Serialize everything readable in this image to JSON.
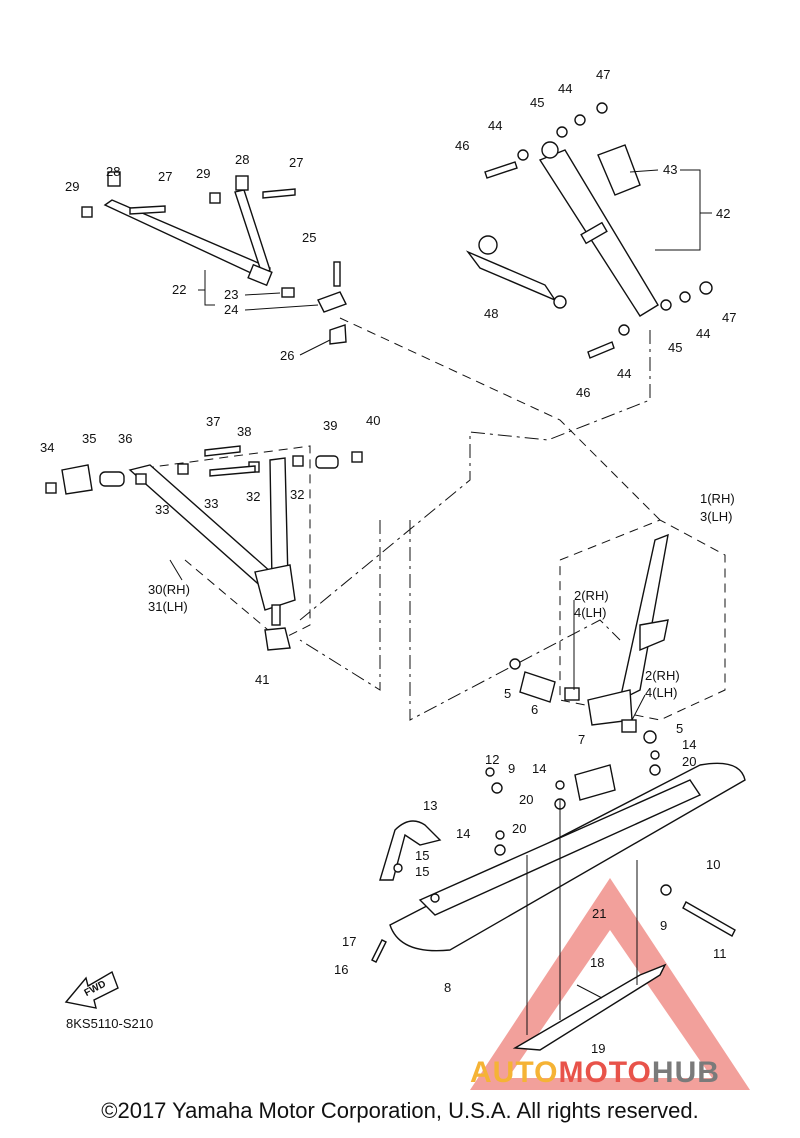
{
  "diagram_code": "8KS5110-S210",
  "copyright": "©2017 Yamaha Motor Corporation, U.S.A. All rights reserved.",
  "fwd_label": "FWD",
  "watermark": {
    "part1": "AUTO",
    "part2": "MOTO",
    "part3": "HUB",
    "color1": "#f5b335",
    "color2": "#e8534a",
    "color3": "#7a7a7a"
  },
  "callouts": [
    {
      "id": "c47a",
      "text": "47"
    },
    {
      "id": "c44a",
      "text": "44"
    },
    {
      "id": "c45a",
      "text": "45"
    },
    {
      "id": "c44b",
      "text": "44"
    },
    {
      "id": "c46a",
      "text": "46"
    },
    {
      "id": "c43",
      "text": "43"
    },
    {
      "id": "c42",
      "text": "42"
    },
    {
      "id": "c48",
      "text": "48"
    },
    {
      "id": "c47b",
      "text": "47"
    },
    {
      "id": "c44c",
      "text": "44"
    },
    {
      "id": "c45b",
      "text": "45"
    },
    {
      "id": "c44d",
      "text": "44"
    },
    {
      "id": "c46b",
      "text": "46"
    },
    {
      "id": "c28a",
      "text": "28"
    },
    {
      "id": "c27a",
      "text": "27"
    },
    {
      "id": "c29a",
      "text": "29"
    },
    {
      "id": "c29b",
      "text": "29"
    },
    {
      "id": "c28b",
      "text": "28"
    },
    {
      "id": "c27b",
      "text": "27"
    },
    {
      "id": "c25",
      "text": "25"
    },
    {
      "id": "c22",
      "text": "22"
    },
    {
      "id": "c23",
      "text": "23"
    },
    {
      "id": "c24",
      "text": "24"
    },
    {
      "id": "c26",
      "text": "26"
    },
    {
      "id": "c34",
      "text": "34"
    },
    {
      "id": "c35",
      "text": "35"
    },
    {
      "id": "c36",
      "text": "36"
    },
    {
      "id": "c37",
      "text": "37"
    },
    {
      "id": "c38",
      "text": "38"
    },
    {
      "id": "c39",
      "text": "39"
    },
    {
      "id": "c40",
      "text": "40"
    },
    {
      "id": "c33a",
      "text": "33"
    },
    {
      "id": "c33b",
      "text": "33"
    },
    {
      "id": "c32a",
      "text": "32"
    },
    {
      "id": "c32b",
      "text": "32"
    },
    {
      "id": "c30",
      "text": "30(RH)"
    },
    {
      "id": "c31",
      "text": "31(LH)"
    },
    {
      "id": "c41",
      "text": "41"
    },
    {
      "id": "c1",
      "text": "1(RH)"
    },
    {
      "id": "c3",
      "text": "3(LH)"
    },
    {
      "id": "c2a",
      "text": "2(RH)"
    },
    {
      "id": "c4a",
      "text": "4(LH)"
    },
    {
      "id": "c2b",
      "text": "2(RH)"
    },
    {
      "id": "c4b",
      "text": "4(LH)"
    },
    {
      "id": "c5a",
      "text": "5"
    },
    {
      "id": "c6",
      "text": "6"
    },
    {
      "id": "c5b",
      "text": "5"
    },
    {
      "id": "c7",
      "text": "7"
    },
    {
      "id": "c12",
      "text": "12"
    },
    {
      "id": "c9a",
      "text": "9"
    },
    {
      "id": "c14a",
      "text": "14"
    },
    {
      "id": "c20a",
      "text": "20"
    },
    {
      "id": "c14b",
      "text": "14"
    },
    {
      "id": "c20b",
      "text": "20"
    },
    {
      "id": "c13",
      "text": "13"
    },
    {
      "id": "c14c",
      "text": "14"
    },
    {
      "id": "c20c",
      "text": "20"
    },
    {
      "id": "c15a",
      "text": "15"
    },
    {
      "id": "c15b",
      "text": "15"
    },
    {
      "id": "c10",
      "text": "10"
    },
    {
      "id": "c21",
      "text": "21"
    },
    {
      "id": "c9b",
      "text": "9"
    },
    {
      "id": "c11",
      "text": "11"
    },
    {
      "id": "c17",
      "text": "17"
    },
    {
      "id": "c16",
      "text": "16"
    },
    {
      "id": "c18",
      "text": "18"
    },
    {
      "id": "c8",
      "text": "8"
    },
    {
      "id": "c19",
      "text": "19"
    }
  ]
}
